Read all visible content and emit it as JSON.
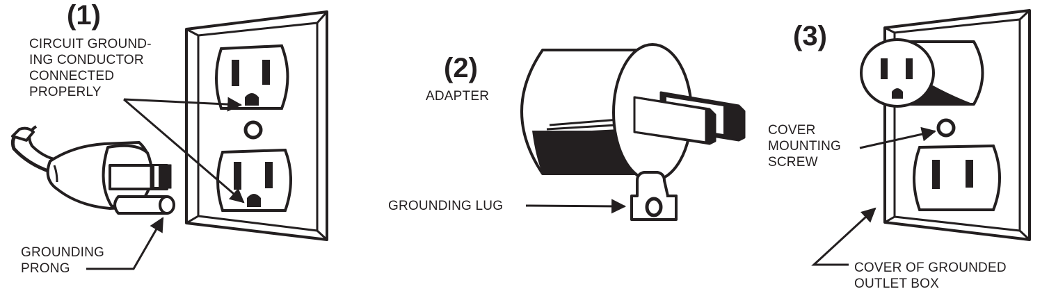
{
  "figures": [
    {
      "number": "(1)",
      "labels": {
        "conductor": "CIRCUIT GROUND-\nING CONDUCTOR\nCONNECTED\nPROPERLY",
        "prong": "GROUNDING\nPRONG"
      }
    },
    {
      "number": "(2)",
      "labels": {
        "adapter": "ADAPTER",
        "lug": "GROUNDING LUG"
      }
    },
    {
      "number": "(3)",
      "labels": {
        "screw": "COVER\nMOUNTING\nSCREW",
        "box": "COVER OF GROUNDED\nOUTLET BOX"
      }
    }
  ],
  "colors": {
    "ink": "#231f20",
    "paper": "#ffffff"
  }
}
